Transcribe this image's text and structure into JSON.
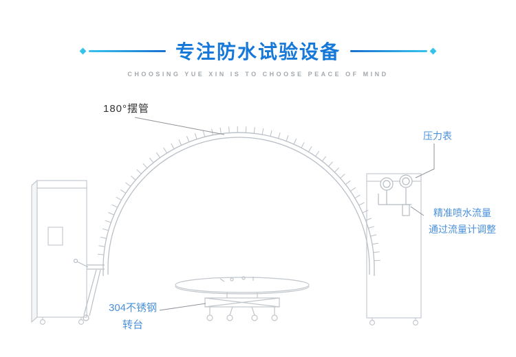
{
  "header": {
    "title": "专注防水试验设备",
    "subtitle": "CHOOSING YUE XIN IS TO CHOOSE PEACE OF MIND"
  },
  "annotations": {
    "swing_pipe": "180°摆管",
    "pressure_gauge": "压力表",
    "flow_line1": "精准喷水流量",
    "flow_line2": "通过流量计调整",
    "turntable_line1": "304不锈钢",
    "turntable_line2": "转台"
  },
  "colors": {
    "title_blue": "#1678d8",
    "accent_teal": "#35c3ec",
    "label_blue": "#4a90d9",
    "diagram_line_gray": "#b8bfc6",
    "subtitle_gray": "#a3a8ad"
  }
}
